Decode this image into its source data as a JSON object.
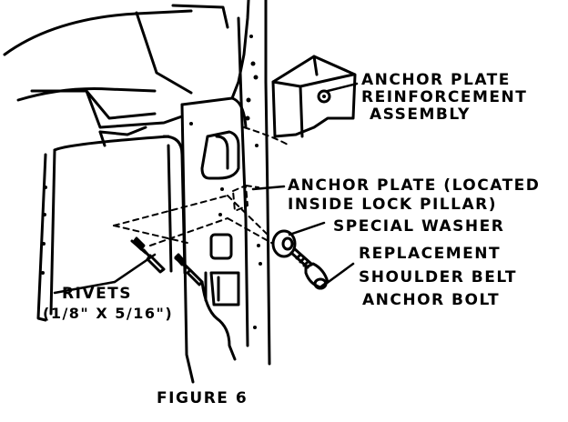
{
  "labels": {
    "anchor_plate_reinforcement": [
      "ANCHOR PLATE",
      "REINFORCEMENT",
      "ASSEMBLY"
    ],
    "anchor_plate_located": [
      "ANCHOR PLATE (LOCATED",
      "INSIDE LOCK PILLAR)"
    ],
    "special_washer": "SPECIAL WASHER",
    "replacement_bolt": [
      "REPLACEMENT",
      "SHOULDER BELT",
      "ANCHOR BOLT"
    ],
    "rivets": [
      "RIVETS",
      "(1/8\" X 5/16\")"
    ]
  },
  "caption": "FIGURE 6",
  "colors": {
    "ink": "#000000",
    "paper": "#ffffff"
  }
}
